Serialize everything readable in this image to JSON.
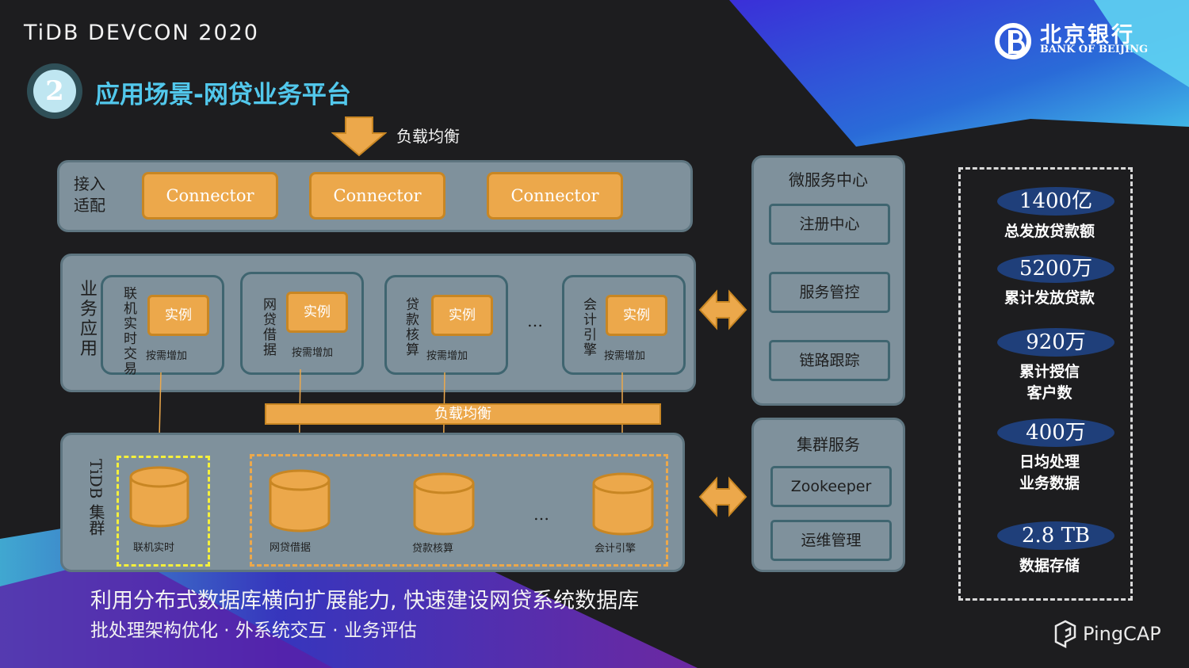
{
  "header": {
    "event": "TiDB DEVCON 2020",
    "logo_cn": "北京银行",
    "logo_en": "BANK OF BEIJING",
    "section_number": "2",
    "title": "应用场景-网贷业务平台"
  },
  "diagram": {
    "load_balance_top": "负载均衡",
    "access_layer": {
      "label": "接入适配",
      "connectors": [
        "Connector",
        "Connector",
        "Connector"
      ]
    },
    "business_apps": {
      "label": "业务应用",
      "services": [
        {
          "name": "联机实时交易",
          "instance": "实例",
          "note": "按需增加"
        },
        {
          "name": "网贷借据",
          "instance": "实例",
          "note": "按需增加"
        },
        {
          "name": "贷款核算",
          "instance": "实例",
          "note": "按需增加"
        },
        {
          "name": "会计引擎",
          "instance": "实例",
          "note": "按需增加"
        }
      ],
      "ellipsis": "…"
    },
    "load_balance_bar": "负载均衡",
    "tidb_cluster": {
      "label": "TiDB 集群",
      "databases": [
        "联机实时",
        "网贷借据",
        "贷款核算",
        "会计引擎"
      ],
      "ellipsis": "…"
    },
    "microservice_center": {
      "title": "微服务中心",
      "items": [
        "注册中心",
        "服务管控",
        "链路跟踪"
      ]
    },
    "cluster_service": {
      "title": "集群服务",
      "items": [
        "Zookeeper",
        "运维管理"
      ]
    }
  },
  "stats": [
    {
      "value": "1400亿",
      "label_lines": [
        "总发放贷款额"
      ]
    },
    {
      "value": "5200万",
      "label_lines": [
        "累计发放贷款"
      ]
    },
    {
      "value": "920万",
      "label_lines": [
        "累计授信",
        "客户数"
      ]
    },
    {
      "value": "400万",
      "label_lines": [
        "日均处理",
        "业务数据"
      ]
    },
    {
      "value": "2.8 TB",
      "label_lines": [
        "数据存储"
      ]
    }
  ],
  "caption": {
    "line1": "利用分布式数据库横向扩展能力, 快速建设网贷系统数据库",
    "line2": "批处理架构优化 · 外系统交互 · 业务评估"
  },
  "footer": {
    "brand": "PingCAP"
  },
  "colors": {
    "background": "#1d1d1f",
    "title": "#52c8ec",
    "panel": "#7f919c",
    "orange": "#eca84b",
    "stat_pill": "#1f3f7a"
  }
}
